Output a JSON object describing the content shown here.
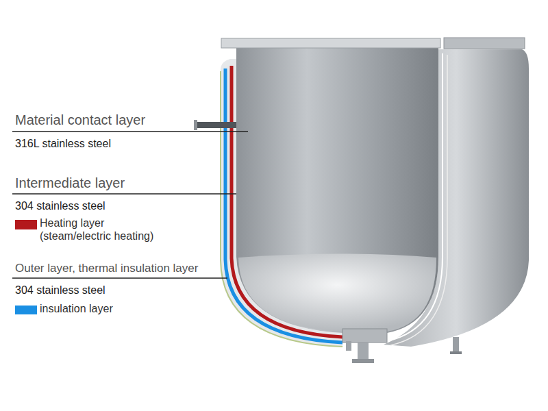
{
  "diagram": {
    "labels": [
      "Material contact layer",
      "316L stainless steel",
      "Intermediate layer",
      "304 stainless steel",
      "Outer layer, thermal insulation layer",
      "304 stainless steel"
    ],
    "legend": [
      {
        "text": "Heating layer (steam/electric heating)",
        "color": "#b3191c"
      },
      {
        "text": "insulation layer",
        "color": "#1a8fe3"
      }
    ]
  }
}
